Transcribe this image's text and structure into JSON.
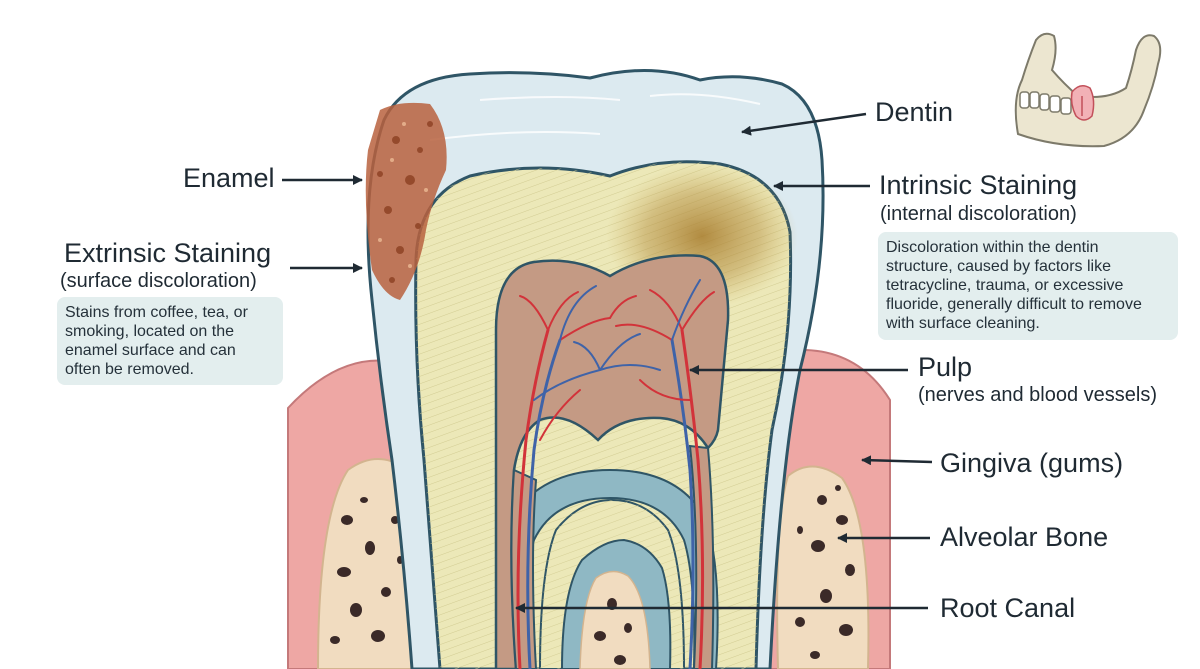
{
  "labels": {
    "enamel": "Enamel",
    "dentin": "Dentin",
    "extrinsic_title": "Extrinsic Staining",
    "extrinsic_sub": "(surface discoloration)",
    "extrinsic_desc": [
      "Stains from coffee, tea, or",
      "smoking, located on the",
      "enamel surface and can",
      "often be removed."
    ],
    "intrinsic_title": "Intrinsic Staining",
    "intrinsic_sub": "(internal discoloration)",
    "intrinsic_desc": [
      "Discoloration within the dentin",
      "structure, caused by factors like",
      "tetracycline, trauma, or excessive",
      "fluoride, generally difficult to remove",
      "with surface cleaning."
    ],
    "pulp": "Pulp",
    "pulp_sub": "(nerves and blood vessels)",
    "gingiva": "Gingiva (gums)",
    "alveolar_bone": "Alveolar Bone",
    "root_canal": "Root Canal"
  },
  "colors": {
    "enamel": "#dceaf0",
    "dentin": "#ece8b8",
    "pulp": "#c49a84",
    "gum": "#eea7a4",
    "bone": "#f1dcc0",
    "extrinsic_stain": "#b8623e",
    "intrinsic_stain": "#a77b2c",
    "artery": "#d2333a",
    "vein": "#3f63a8",
    "outline": "#2f5566"
  },
  "icons": {
    "jaw": "jaw-illustration-icon"
  }
}
